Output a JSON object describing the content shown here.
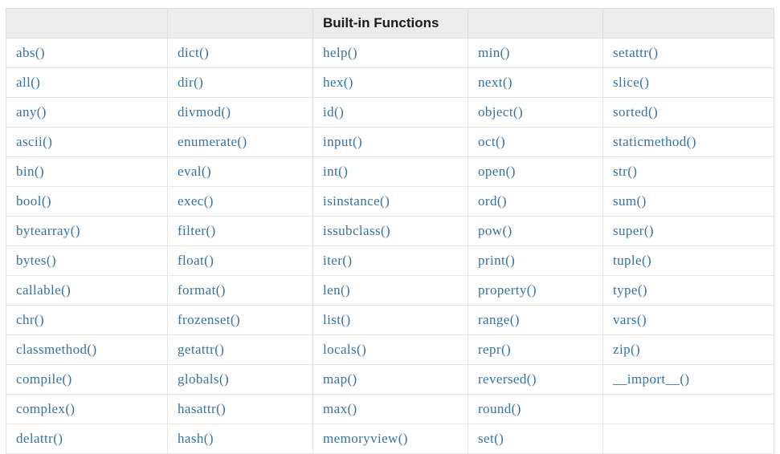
{
  "page": {
    "title": "Built-in Functions",
    "background_color": "#ffffff"
  },
  "table": {
    "name": "python-builtin-functions-table",
    "header_background": "#ececec",
    "header_text_color": "#1b1b1b",
    "cell_text_color": "#3372a4",
    "border_color": "#dddddd",
    "column_count": 5,
    "row_count": 14,
    "headers": [
      "",
      "",
      "Built-in Functions",
      "",
      ""
    ],
    "columns": [
      {
        "index": 0,
        "items": [
          "abs()",
          "all()",
          "any()",
          "ascii()",
          "bin()",
          "bool()",
          "bytearray()",
          "bytes()",
          "callable()",
          "chr()",
          "classmethod()",
          "compile()",
          "complex()",
          "delattr()"
        ]
      },
      {
        "index": 1,
        "items": [
          "dict()",
          "dir()",
          "divmod()",
          "enumerate()",
          "eval()",
          "exec()",
          "filter()",
          "float()",
          "format()",
          "frozenset()",
          "getattr()",
          "globals()",
          "hasattr()",
          "hash()"
        ]
      },
      {
        "index": 2,
        "items": [
          "help()",
          "hex()",
          "id()",
          "input()",
          "int()",
          "isinstance()",
          "issubclass()",
          "iter()",
          "len()",
          "list()",
          "locals()",
          "map()",
          "max()",
          "memoryview()"
        ]
      },
      {
        "index": 3,
        "items": [
          "min()",
          "next()",
          "object()",
          "oct()",
          "open()",
          "ord()",
          "pow()",
          "print()",
          "property()",
          "range()",
          "repr()",
          "reversed()",
          "round()",
          "set()"
        ]
      },
      {
        "index": 4,
        "items": [
          "setattr()",
          "slice()",
          "sorted()",
          "staticmethod()",
          "str()",
          "sum()",
          "super()",
          "tuple()",
          "type()",
          "vars()",
          "zip()",
          "__import__()",
          "",
          ""
        ]
      }
    ],
    "rows": [
      [
        "abs()",
        "dict()",
        "help()",
        "min()",
        "setattr()"
      ],
      [
        "all()",
        "dir()",
        "hex()",
        "next()",
        "slice()"
      ],
      [
        "any()",
        "divmod()",
        "id()",
        "object()",
        "sorted()"
      ],
      [
        "ascii()",
        "enumerate()",
        "input()",
        "oct()",
        "staticmethod()"
      ],
      [
        "bin()",
        "eval()",
        "int()",
        "open()",
        "str()"
      ],
      [
        "bool()",
        "exec()",
        "isinstance()",
        "ord()",
        "sum()"
      ],
      [
        "bytearray()",
        "filter()",
        "issubclass()",
        "pow()",
        "super()"
      ],
      [
        "bytes()",
        "float()",
        "iter()",
        "print()",
        "tuple()"
      ],
      [
        "callable()",
        "format()",
        "len()",
        "property()",
        "type()"
      ],
      [
        "chr()",
        "frozenset()",
        "list()",
        "range()",
        "vars()"
      ],
      [
        "classmethod()",
        "getattr()",
        "locals()",
        "repr()",
        "zip()"
      ],
      [
        "compile()",
        "globals()",
        "map()",
        "reversed()",
        "__import__()"
      ],
      [
        "complex()",
        "hasattr()",
        "max()",
        "round()",
        ""
      ],
      [
        "delattr()",
        "hash()",
        "memoryview()",
        "set()",
        ""
      ]
    ]
  }
}
